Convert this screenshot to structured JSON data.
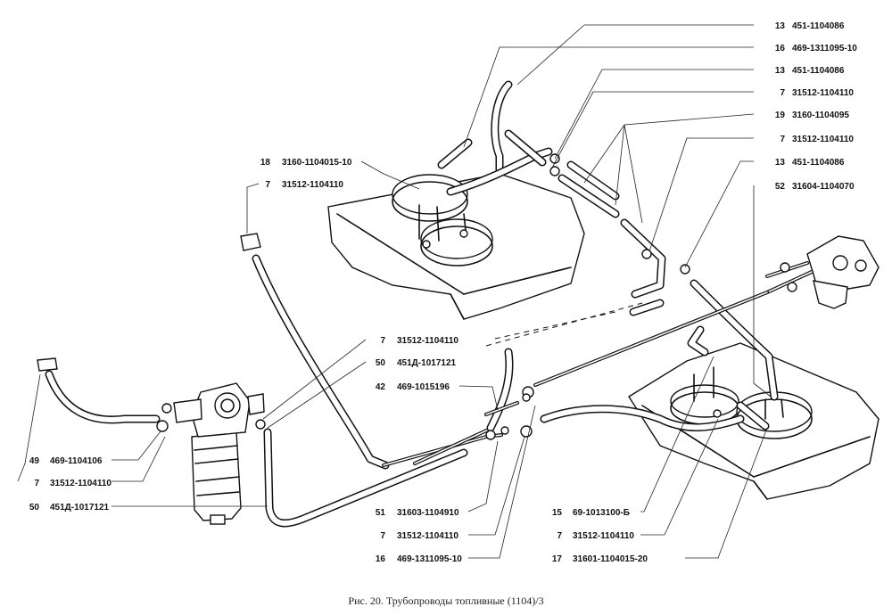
{
  "caption": "Рис. 20. Трубопроводы топливные (1104)/3",
  "callouts": [
    {
      "num": "13",
      "part": "451-1104086"
    },
    {
      "num": "16",
      "part": "469-1311095-10"
    },
    {
      "num": "13",
      "part": "451-1104086"
    },
    {
      "num": "7",
      "part": "31512-1104110"
    },
    {
      "num": "19",
      "part": "3160-1104095"
    },
    {
      "num": "7",
      "part": "31512-1104110"
    },
    {
      "num": "13",
      "part": "451-1104086"
    },
    {
      "num": "52",
      "part": "31604-1104070"
    },
    {
      "num": "18",
      "part": "3160-1104015-10"
    },
    {
      "num": "7",
      "part": "31512-1104110"
    },
    {
      "num": "7",
      "part": "31512-1104110"
    },
    {
      "num": "50",
      "part": "451Д-1017121"
    },
    {
      "num": "42",
      "part": "469-1015196"
    },
    {
      "num": "49",
      "part": "469-1104106"
    },
    {
      "num": "7",
      "part": "31512-1104110"
    },
    {
      "num": "50",
      "part": "451Д-1017121"
    },
    {
      "num": "51",
      "part": "31603-1104910"
    },
    {
      "num": "7",
      "part": "31512-1104110"
    },
    {
      "num": "16",
      "part": "469-1311095-10"
    },
    {
      "num": "15",
      "part": "69-1013100-Б"
    },
    {
      "num": "7",
      "part": "31512-1104110"
    },
    {
      "num": "17",
      "part": "31601-1104015-20"
    }
  ]
}
